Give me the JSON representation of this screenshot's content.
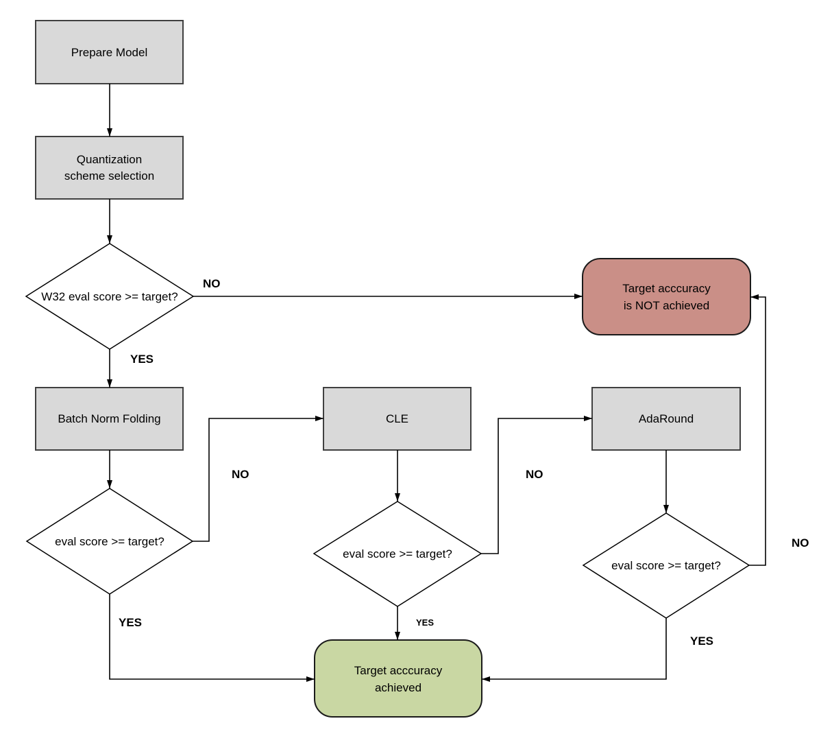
{
  "diagram": {
    "type": "flowchart",
    "colors": {
      "process_fill": "#d9d9d9",
      "decision_fill": "#ffffff",
      "fail_fill": "#ca8f87",
      "success_fill": "#c9d7a3",
      "line": "#000000"
    },
    "nodes": {
      "prepare_model": {
        "label": "Prepare Model"
      },
      "quantization_scheme": {
        "line1": "Quantization",
        "line2": "scheme selection"
      },
      "w32_check": {
        "label": "W32 eval score >= target?"
      },
      "batch_norm_folding": {
        "label": "Batch Norm Folding"
      },
      "bnf_check": {
        "label": "eval score >= target?"
      },
      "cle": {
        "label": "CLE"
      },
      "cle_check": {
        "label": "eval score >= target?"
      },
      "adaround": {
        "label": "AdaRound"
      },
      "adaround_check": {
        "label": "eval score >= target?"
      },
      "target_not_achieved": {
        "line1": "Target acccuracy",
        "line2": "is NOT achieved"
      },
      "target_achieved": {
        "line1": "Target acccuracy",
        "line2": "achieved"
      }
    },
    "edge_labels": {
      "w32_no": "NO",
      "w32_yes": "YES",
      "bnf_no": "NO",
      "bnf_yes": "YES",
      "cle_no": "NO",
      "cle_yes": "YES",
      "adaround_no": "NO",
      "adaround_yes": "YES"
    }
  }
}
